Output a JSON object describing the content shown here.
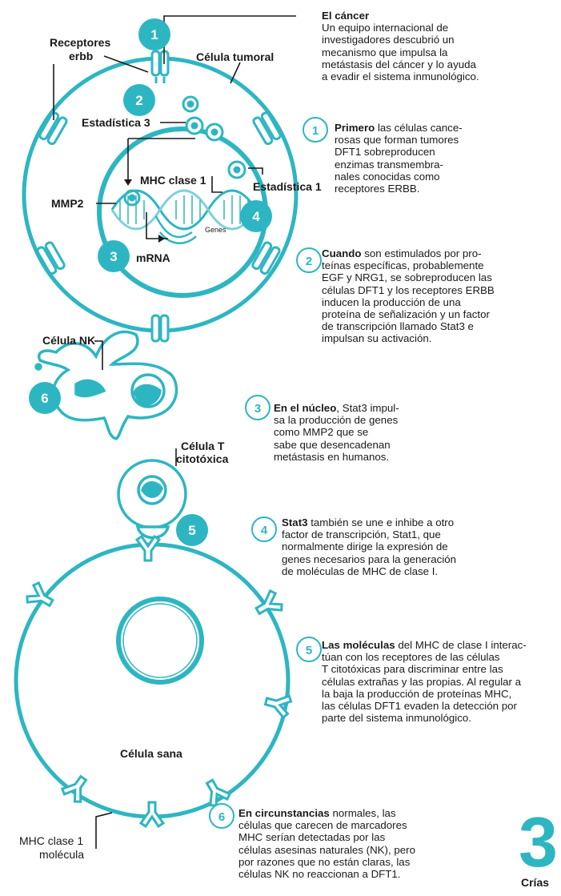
{
  "colors": {
    "teal": "#2db6c2",
    "light": "#eaf7f8",
    "ink": "#1a1a1a"
  },
  "labels": {
    "receptores_erbb": [
      "Receptores",
      "erbb"
    ],
    "celula_tumoral": "Célula tumoral",
    "estadistica3": "Estadística 3",
    "estadistica1": "Estadística 1",
    "mhc_clase1": "MHC clase 1",
    "mmp2": "MMP2",
    "genes": "Genes",
    "mrna": "mRNA",
    "celula_nk": "Célula NK",
    "celula_t": [
      "Célula T",
      "citotóxica"
    ],
    "celula_sana": "Célula sana",
    "mhc_molecula": [
      "MHC clase 1",
      "molécula"
    ]
  },
  "intro": {
    "title": "El cáncer",
    "lines": [
      "Un equipo internacional de",
      "investigadores descubrió un",
      "mecanismo que impulsa la",
      "metástasis del cáncer y lo ayuda",
      "a evadir el sistema inmunológico."
    ]
  },
  "steps": [
    {
      "num": "1",
      "lead": "Primero",
      "first": " las células cance-",
      "lines": [
        "rosas que forman tumores",
        "DFT1 sobreproducen",
        "enzimas transmembra-",
        "nales conocidas como",
        "receptores ERBB."
      ]
    },
    {
      "num": "2",
      "lead": "Cuando",
      "first": " son estimulados por pro-",
      "lines": [
        "teínas específicas, probablemente",
        "EGF y NRG1, se sobreproducen las",
        "células DFT1 y los receptores ERBB",
        "inducen la producción de una",
        "proteína de señalización y un factor",
        "de transcripción llamado Stat3 e",
        "impulsan su activación."
      ]
    },
    {
      "num": "3",
      "lead": "En el núcleo",
      "first": ", Stat3 impul-",
      "lines": [
        "sa la producción de genes",
        "como  MMP2  que se",
        "sabe que desencadenan",
        "metástasis en humanos."
      ]
    },
    {
      "num": "4",
      "lead": "Stat3",
      "first": " también se une e inhibe a otro",
      "lines": [
        "factor de transcripción, Stat1, que",
        "normalmente dirige la expresión de",
        "genes necesarios para la generación",
        "de moléculas de MHC de clase I."
      ]
    },
    {
      "num": "5",
      "lead": "Las moléculas",
      "first": " del MHC de clase I interac-",
      "lines": [
        "túan con los receptores de las células",
        "T citotóxicas para discriminar entre las",
        "células extrañas y las propias. Al regular a",
        "la baja la producción de proteínas MHC,",
        "las células DFT1 evaden la detección por",
        "parte del sistema inmunológico."
      ]
    },
    {
      "num": "6",
      "lead": "En circunstancias",
      "first": " normales, las",
      "lines": [
        "células que carecen de marcadores",
        "MHC serían detectadas por las",
        "células asesinas naturales (NK), pero",
        "por razones que no están claras, las",
        "células NK no reaccionan a DFT1."
      ]
    }
  ],
  "diagram_numbers": [
    "1",
    "2",
    "3",
    "4",
    "5",
    "6"
  ],
  "footer": {
    "big": "3",
    "caption": "Crías"
  }
}
